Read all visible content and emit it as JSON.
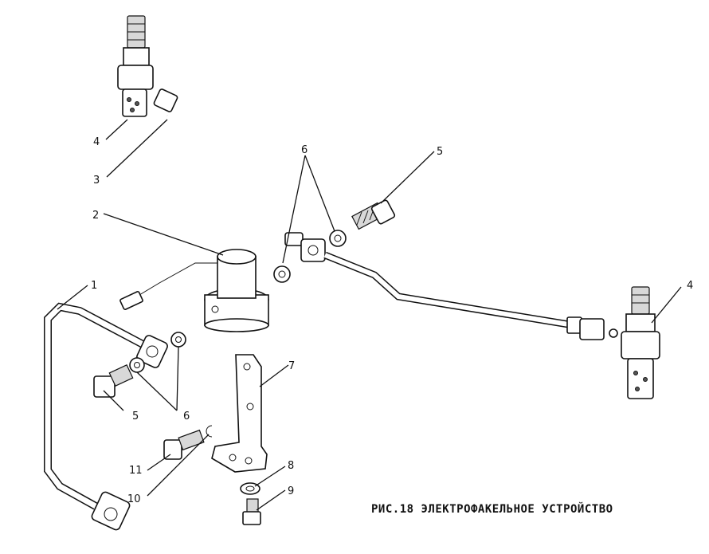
{
  "caption": "РИС.18 ЭЛЕКТРОФАКЕЛЬНОЕ УСТРОЙСТВО",
  "callouts": {
    "c1": "1",
    "c2": "2",
    "c3": "3",
    "c4_left": "4",
    "c4_right": "4",
    "c5_top": "5",
    "c5_left": "5",
    "c6_top": "6",
    "c6_left": "6",
    "c7": "7",
    "c8": "8",
    "c9": "9",
    "c10": "10",
    "c11": "11"
  }
}
